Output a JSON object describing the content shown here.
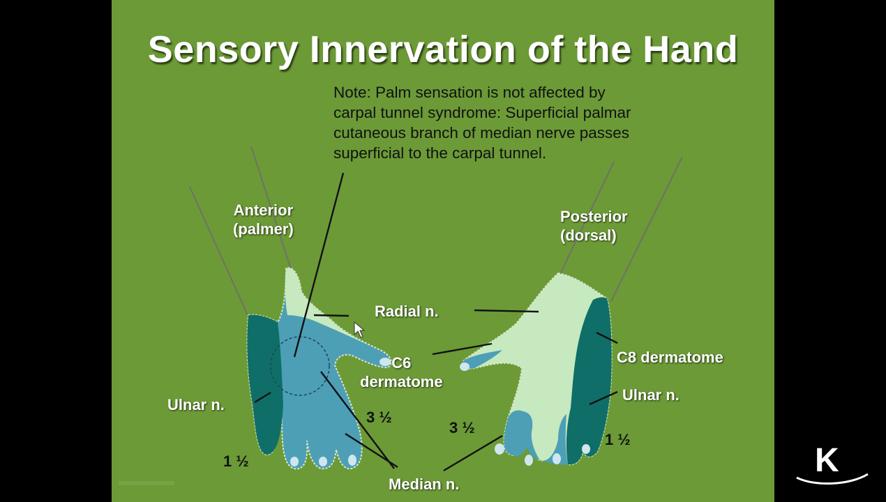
{
  "slide": {
    "title": "Sensory Innervation of the Hand",
    "note_lines": [
      "Note: Palm sensation is not affected by",
      "carpal tunnel syndrome: Superficial palmar",
      "cutaneous branch of median nerve passes",
      "superficial to the carpal tunnel."
    ],
    "labels": {
      "anterior": [
        "Anterior",
        "(palmer)"
      ],
      "posterior": [
        "Posterior",
        "(dorsal)"
      ],
      "radial": "Radial n.",
      "c6": [
        "C6",
        "dermatome"
      ],
      "c8": "C8 dermatome",
      "ulnar_left": "Ulnar n.",
      "ulnar_right": "Ulnar n.",
      "median": "Median n.",
      "left_3_half": "3 ½",
      "left_1_half": "1 ½",
      "right_3_half": "3 ½",
      "right_1_half": "1 ½"
    }
  },
  "logo": {
    "letter": "K"
  },
  "colors": {
    "background": "#000000",
    "slide_green": "#6c9a37",
    "median_blue": "#4d9fb6",
    "ulnar_teal": "#0f6f68",
    "radial_light": "#c7e9bf",
    "text_white": "#ffffff",
    "text_dark": "#111111"
  }
}
